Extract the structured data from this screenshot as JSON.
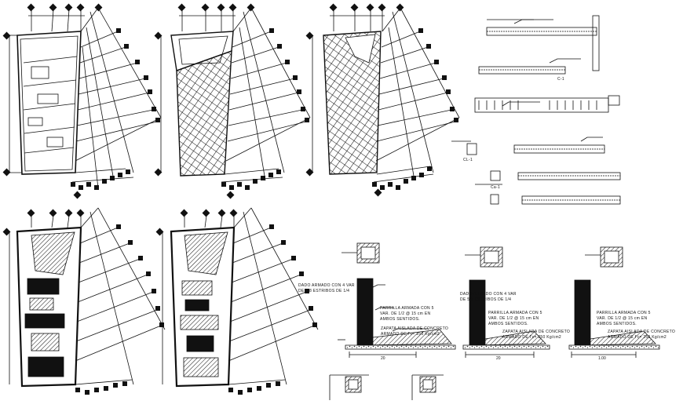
{
  "drawing": {
    "annotations": {
      "dado_label_line1": "DADO ARMADO CON 4 VAR",
      "dado_label_line2": "DE 5/8 ESTRIBOS DE 1/4",
      "dado_label_line1_b": "DADO ARMADO CON 4 VAR",
      "dado_label_line2_b": "DE 5/8 ESTRIBOS DE 1/4",
      "parrilla_line1": "PARRILLA ARMADA CON 5",
      "parrilla_line2": "VAR. DE 1/2 @ 15 cm EN",
      "parrilla_line3": "AMBOS SENTIDOS.",
      "zapata_line1": "ZAPATA AISLADA DE CONCRETO",
      "zapata_line2": "ARMADO DE f'c= 250 Kg/cm2",
      "zapata_line1_c": "ZAPATA AISLADA DE CONCRETO",
      "zapata_line2_c": "ARMADO DE f'c= 250 Kg/cm2",
      "dim_1": "20",
      "dim_2": "20",
      "dim_3": "1.00",
      "detail_c1": "C-1",
      "detail_cl1": "CL-1",
      "detail_ca": "Ca-1"
    }
  }
}
